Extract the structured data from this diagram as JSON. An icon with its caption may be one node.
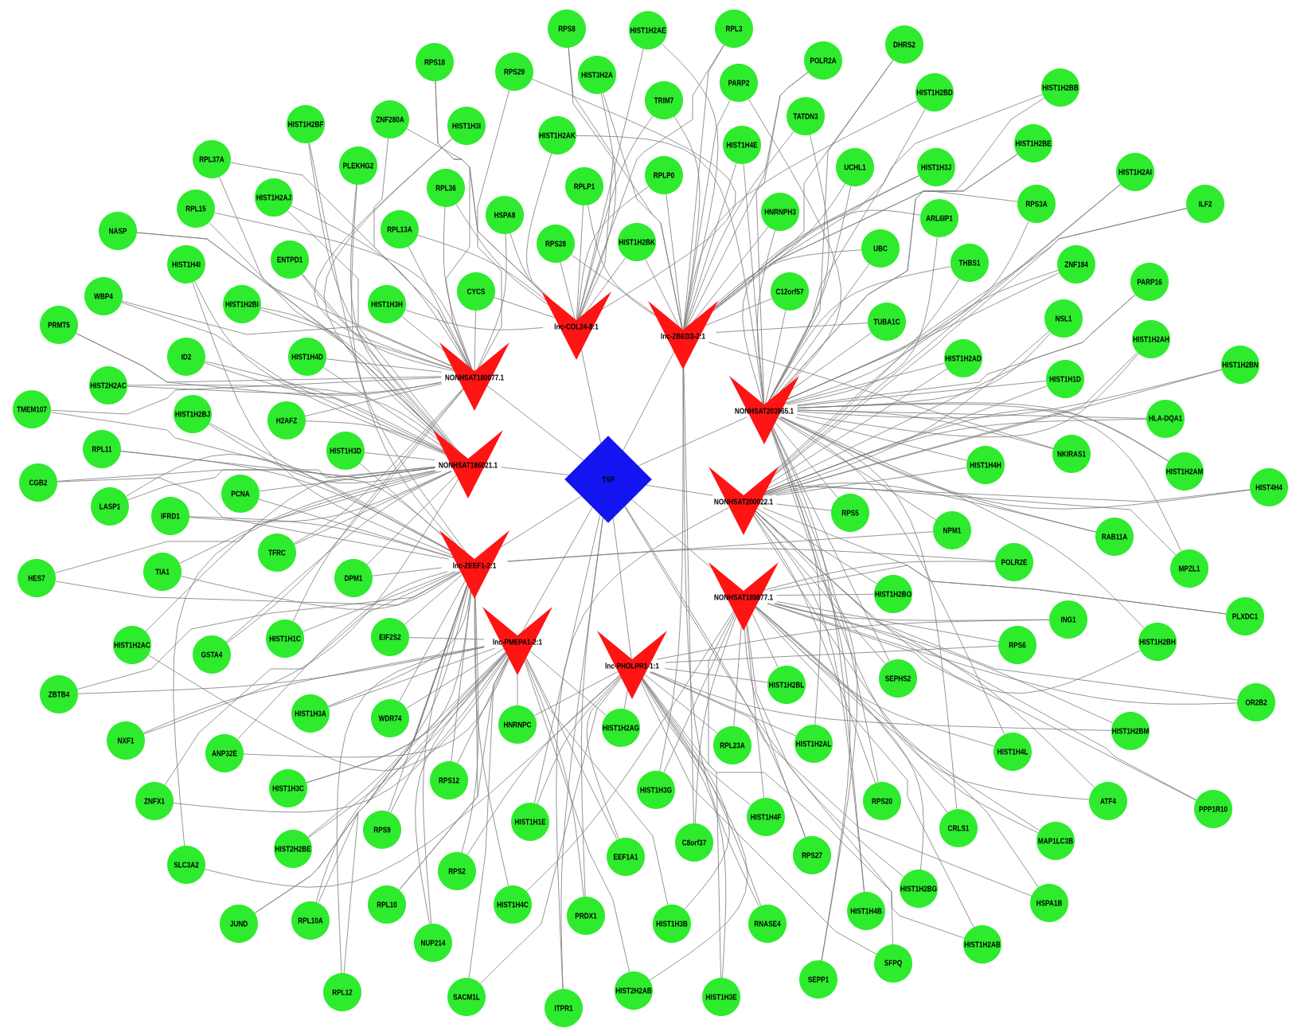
{
  "diagram": {
    "nodes": [
      {
        "text": [
          "lnc-COL24-8:1"
        ]
      },
      {
        "text": [
          "lnc-ZBED3-2:1"
        ]
      },
      {
        "text": [
          "NONHSAT180077.1"
        ]
      },
      {
        "text": [
          "NONHSAT203965.1"
        ]
      },
      {
        "text": [
          "NONHSAT186021.1"
        ]
      },
      {
        "text": [
          "NONHSAT200022.1"
        ]
      },
      {
        "text": [
          "lnc-ZEEF1-2:1"
        ]
      },
      {
        "text": [
          "NONHSAT189877.1"
        ]
      },
      {
        "text": [
          "lnc-PMEPA1-2:1"
        ]
      },
      {
        "text": [
          "lnc-PHOLPR1-1:1"
        ]
      },
      {
        "text": [
          "TSP"
        ]
      },
      {
        "text": [
          "RPS8"
        ]
      },
      {
        "text": [
          "HIST3H2A"
        ]
      },
      {
        "text": [
          "RPS18"
        ]
      },
      {
        "text": [
          "RPS29"
        ]
      },
      {
        "text": [
          "HIST1H2BF"
        ]
      },
      {
        "text": [
          "ZNF280A"
        ]
      },
      {
        "text": [
          "HIST1H3I"
        ]
      },
      {
        "text": [
          "HIST1H2AK"
        ]
      },
      {
        "text": [
          "PLEKHG2"
        ]
      },
      {
        "text": [
          "RPL37A"
        ]
      },
      {
        "text": [
          "HIST1H2AJ"
        ]
      },
      {
        "text": [
          "RPL36"
        ]
      },
      {
        "text": [
          "RPLP1"
        ]
      },
      {
        "text": [
          "RPL15"
        ]
      },
      {
        "text": [
          "RPL13A"
        ]
      },
      {
        "text": [
          "HSPA8"
        ]
      },
      {
        "text": [
          "NASP"
        ]
      },
      {
        "text": [
          "HIST1H4I"
        ]
      },
      {
        "text": [
          "ENTPD1"
        ]
      },
      {
        "text": [
          "RPS28"
        ]
      },
      {
        "text": [
          "HIST1H2BK"
        ]
      },
      {
        "text": [
          "WBP4"
        ]
      },
      {
        "text": [
          "HIST1H2BI"
        ]
      },
      {
        "text": [
          "HIST1H3H"
        ]
      },
      {
        "text": [
          "CYCS"
        ]
      },
      {
        "text": [
          "PRMT5"
        ]
      },
      {
        "text": [
          "ID2"
        ]
      },
      {
        "text": [
          "HIST1H4D"
        ]
      },
      {
        "text": [
          "HIST2H2AC"
        ]
      },
      {
        "text": [
          "TMEM107"
        ]
      },
      {
        "text": [
          "HIST1H2BJ"
        ]
      },
      {
        "text": [
          "H2AFZ"
        ]
      },
      {
        "text": [
          "HIST1H3D"
        ]
      },
      {
        "text": [
          "RPL11"
        ]
      },
      {
        "text": [
          "CGB2"
        ]
      },
      {
        "text": [
          "PCNA"
        ]
      },
      {
        "text": [
          "LASP1"
        ]
      },
      {
        "text": [
          "IFRD1"
        ]
      },
      {
        "text": [
          "HIST1H2AE"
        ]
      },
      {
        "text": [
          "RPL3"
        ]
      },
      {
        "text": [
          "TRIM7"
        ]
      },
      {
        "text": [
          "PARP2"
        ]
      },
      {
        "text": [
          "POLR2A"
        ]
      },
      {
        "text": [
          "DHRS2"
        ]
      },
      {
        "text": [
          "TATDN3"
        ]
      },
      {
        "text": [
          "HIST1H4E"
        ]
      },
      {
        "text": [
          "HIST1H2BD"
        ]
      },
      {
        "text": [
          "HIST1H2BB"
        ]
      },
      {
        "text": [
          "RPLP0"
        ]
      },
      {
        "text": [
          "UCHL1"
        ]
      },
      {
        "text": [
          "HIST1H3J"
        ]
      },
      {
        "text": [
          "HIST1H2BE"
        ]
      },
      {
        "text": [
          "HIST1H2AI"
        ]
      },
      {
        "text": [
          "ILF2"
        ]
      },
      {
        "text": [
          "HNRNPH3"
        ]
      },
      {
        "text": [
          "ARL6IP1"
        ]
      },
      {
        "text": [
          "RPS3A"
        ]
      },
      {
        "text": [
          "UBC"
        ]
      },
      {
        "text": [
          "THBS1"
        ]
      },
      {
        "text": [
          "ZNF184"
        ]
      },
      {
        "text": [
          "PARP16"
        ]
      },
      {
        "text": [
          "C12orf57"
        ]
      },
      {
        "text": [
          "TUBA1C"
        ]
      },
      {
        "text": [
          "NSL1"
        ]
      },
      {
        "text": [
          "HIST1H2AH"
        ]
      },
      {
        "text": [
          "HIST1H2AD"
        ]
      },
      {
        "text": [
          "HIST1H2BN"
        ]
      },
      {
        "text": [
          "HIST1H1D"
        ]
      },
      {
        "text": [
          "HLA-DQA1"
        ]
      },
      {
        "text": [
          "NKIRAS1"
        ]
      },
      {
        "text": [
          "HIST1H4H"
        ]
      },
      {
        "text": [
          "HIST1H2AM"
        ]
      },
      {
        "text": [
          "HIST4H4"
        ]
      },
      {
        "text": [
          "RPS5"
        ]
      },
      {
        "text": [
          "HES7"
        ]
      },
      {
        "text": [
          "TIA1"
        ]
      },
      {
        "text": [
          "TFRC"
        ]
      },
      {
        "text": [
          "DPM1"
        ]
      },
      {
        "text": [
          "HIST1H2AC"
        ]
      },
      {
        "text": [
          "GSTA4"
        ]
      },
      {
        "text": [
          "HIST1H1C"
        ]
      },
      {
        "text": [
          "EIF2S2"
        ]
      },
      {
        "text": [
          "ZBTB4"
        ]
      },
      {
        "text": [
          "NXF1"
        ]
      },
      {
        "text": [
          "HIST1H3A"
        ]
      },
      {
        "text": [
          "WDR74"
        ]
      },
      {
        "text": [
          "HNRNPC"
        ]
      },
      {
        "text": [
          "ANP32E"
        ]
      },
      {
        "text": [
          "ZNFX1"
        ]
      },
      {
        "text": [
          "HIST1H3C"
        ]
      },
      {
        "text": [
          "RPS12"
        ]
      },
      {
        "text": [
          "HIST1H1E"
        ]
      },
      {
        "text": [
          "RPS9"
        ]
      },
      {
        "text": [
          "HIST2H2BE"
        ]
      },
      {
        "text": [
          "SLC3A2"
        ]
      },
      {
        "text": [
          "RPS2"
        ]
      },
      {
        "text": [
          "RPL10"
        ]
      },
      {
        "text": [
          "HIST1H4C"
        ]
      },
      {
        "text": [
          "PRDX1"
        ]
      },
      {
        "text": [
          "JUND"
        ]
      },
      {
        "text": [
          "RPL10A"
        ]
      },
      {
        "text": [
          "NUP214"
        ]
      },
      {
        "text": [
          "RPL12"
        ]
      },
      {
        "text": [
          "SACM1L"
        ]
      },
      {
        "text": [
          "ITPR1"
        ]
      },
      {
        "text": [
          "HIST2H2AB"
        ]
      },
      {
        "text": [
          "HIST1H2AG"
        ]
      },
      {
        "text": [
          "EEF1A1"
        ]
      },
      {
        "text": [
          "HIST1H3G"
        ]
      },
      {
        "text": [
          "NPM1"
        ]
      },
      {
        "text": [
          "RAB11A"
        ]
      },
      {
        "text": [
          "POLR2E"
        ]
      },
      {
        "text": [
          "MPZL1"
        ]
      },
      {
        "text": [
          "HIST1H2BO"
        ]
      },
      {
        "text": [
          "ING1"
        ]
      },
      {
        "text": [
          "PLXDC1"
        ]
      },
      {
        "text": [
          "RPS6"
        ]
      },
      {
        "text": [
          "HIST1H2BH"
        ]
      },
      {
        "text": [
          "OR2B2"
        ]
      },
      {
        "text": [
          "HIST1H2BL"
        ]
      },
      {
        "text": [
          "SEPHS2"
        ]
      },
      {
        "text": [
          "HIST1H2BM"
        ]
      },
      {
        "text": [
          "RPL23A"
        ]
      },
      {
        "text": [
          "HIST1H2AL"
        ]
      },
      {
        "text": [
          "HIST1H4L"
        ]
      },
      {
        "text": [
          "ATF4"
        ]
      },
      {
        "text": [
          "PPP1R10"
        ]
      },
      {
        "text": [
          "RPS20"
        ]
      },
      {
        "text": [
          "HIST1H4F"
        ]
      },
      {
        "text": [
          "C8orf37"
        ]
      },
      {
        "text": [
          "CRLS1"
        ]
      },
      {
        "text": [
          "MAP1LC3B"
        ]
      },
      {
        "text": [
          "RPS27"
        ]
      },
      {
        "text": [
          "HIST1H2BG"
        ]
      },
      {
        "text": [
          "HSPA1B"
        ]
      },
      {
        "text": [
          "HIST1H4B"
        ]
      },
      {
        "text": [
          "HIST1H3B"
        ]
      },
      {
        "text": [
          "RNASE4"
        ]
      },
      {
        "text": [
          "HIST1H2AB"
        ]
      },
      {
        "text": [
          "SFPQ"
        ]
      },
      {
        "text": [
          "SEPP1"
        ]
      },
      {
        "text": [
          "HIST1H3E"
        ]
      }
    ],
    "edges": [
      {
        "from": 10,
        "to": 0,
        "arrow": "none"
      },
      {
        "from": 10,
        "to": 1,
        "arrow": "none"
      },
      {
        "from": 10,
        "to": 2,
        "arrow": "none"
      },
      {
        "from": 10,
        "to": 3,
        "arrow": "none"
      },
      {
        "from": 10,
        "to": 4,
        "arrow": "none"
      },
      {
        "from": 10,
        "to": 5,
        "arrow": "none"
      },
      {
        "from": 10,
        "to": 6,
        "arrow": "none"
      },
      {
        "from": 10,
        "to": 7,
        "arrow": "none"
      },
      {
        "from": 10,
        "to": 8,
        "arrow": "none"
      },
      {
        "from": 10,
        "to": 9,
        "arrow": "none"
      },
      {
        "from": 11,
        "to": 0,
        "arrow": "none"
      },
      {
        "from": 11,
        "to": 1,
        "arrow": "none"
      },
      {
        "from": 12,
        "to": 0,
        "arrow": "none"
      },
      {
        "from": 12,
        "to": 1,
        "arrow": "none"
      },
      {
        "from": 13,
        "to": 0,
        "arrow": "none"
      },
      {
        "from": 13,
        "to": 2,
        "arrow": "none"
      },
      {
        "from": 14,
        "to": 0,
        "arrow": "none"
      },
      {
        "from": 14,
        "to": 2,
        "arrow": "none"
      },
      {
        "from": 15,
        "to": 4,
        "arrow": "none"
      },
      {
        "from": 15,
        "to": 6,
        "arrow": "none"
      },
      {
        "from": 16,
        "to": 2,
        "arrow": "none"
      },
      {
        "from": 16,
        "to": 0,
        "arrow": "none"
      },
      {
        "from": 17,
        "to": 4,
        "arrow": "none"
      },
      {
        "from": 17,
        "to": 2,
        "arrow": "none"
      },
      {
        "from": 18,
        "to": 0,
        "arrow": "none"
      },
      {
        "from": 18,
        "to": 3,
        "arrow": "none"
      },
      {
        "from": 19,
        "to": 4,
        "arrow": "none"
      },
      {
        "from": 19,
        "to": 6,
        "arrow": "none"
      },
      {
        "from": 20,
        "to": 2,
        "arrow": "none"
      },
      {
        "from": 20,
        "to": 4,
        "arrow": "none"
      },
      {
        "from": 21,
        "to": 2,
        "arrow": "none"
      },
      {
        "from": 21,
        "to": 4,
        "arrow": "none"
      },
      {
        "from": 22,
        "to": 0,
        "arrow": "none"
      },
      {
        "from": 22,
        "to": 2,
        "arrow": "none"
      },
      {
        "from": 23,
        "to": 0,
        "arrow": "none"
      },
      {
        "from": 23,
        "to": 1,
        "arrow": "none"
      },
      {
        "from": 24,
        "to": 2,
        "arrow": "none"
      },
      {
        "from": 24,
        "to": 4,
        "arrow": "none"
      },
      {
        "from": 25,
        "to": 2,
        "arrow": "none"
      },
      {
        "from": 25,
        "to": 0,
        "arrow": "none"
      },
      {
        "from": 26,
        "to": 0,
        "arrow": "none"
      },
      {
        "from": 26,
        "to": 2,
        "arrow": "none"
      },
      {
        "from": 27,
        "to": 2,
        "arrow": "none"
      },
      {
        "from": 27,
        "to": 4,
        "arrow": "none"
      },
      {
        "from": 28,
        "to": 4,
        "arrow": "none"
      },
      {
        "from": 28,
        "to": 6,
        "arrow": "none"
      },
      {
        "from": 29,
        "to": 4,
        "arrow": "none"
      },
      {
        "from": 29,
        "to": 2,
        "arrow": "none"
      },
      {
        "from": 30,
        "to": 0,
        "arrow": "none"
      },
      {
        "from": 30,
        "to": 1,
        "arrow": "none"
      },
      {
        "from": 31,
        "to": 0,
        "arrow": "none"
      },
      {
        "from": 31,
        "to": 1,
        "arrow": "none"
      },
      {
        "from": 32,
        "to": 2,
        "arrow": "none"
      },
      {
        "from": 32,
        "to": 4,
        "arrow": "none"
      },
      {
        "from": 33,
        "to": 2,
        "arrow": "none"
      },
      {
        "from": 33,
        "to": 4,
        "arrow": "none"
      },
      {
        "from": 34,
        "to": 2,
        "arrow": "none"
      },
      {
        "from": 34,
        "to": 0,
        "arrow": "none"
      },
      {
        "from": 35,
        "to": 0,
        "arrow": "none"
      },
      {
        "from": 35,
        "to": 2,
        "arrow": "none"
      },
      {
        "from": 36,
        "to": 4,
        "arrow": "none"
      },
      {
        "from": 36,
        "to": 2,
        "arrow": "none"
      },
      {
        "from": 37,
        "to": 4,
        "arrow": "none"
      },
      {
        "from": 37,
        "to": 2,
        "arrow": "none"
      },
      {
        "from": 38,
        "to": 2,
        "arrow": "none"
      },
      {
        "from": 38,
        "to": 4,
        "arrow": "none"
      },
      {
        "from": 39,
        "to": 2,
        "arrow": "none"
      },
      {
        "from": 39,
        "to": 4,
        "arrow": "none"
      },
      {
        "from": 40,
        "to": 4,
        "arrow": "none"
      },
      {
        "from": 40,
        "to": 2,
        "arrow": "none"
      },
      {
        "from": 41,
        "to": 4,
        "arrow": "none"
      },
      {
        "from": 41,
        "to": 6,
        "arrow": "none"
      },
      {
        "from": 42,
        "to": 4,
        "arrow": "none"
      },
      {
        "from": 42,
        "to": 2,
        "arrow": "none"
      },
      {
        "from": 43,
        "to": 4,
        "arrow": "none"
      },
      {
        "from": 43,
        "to": 6,
        "arrow": "none"
      },
      {
        "from": 44,
        "to": 4,
        "arrow": "none"
      },
      {
        "from": 44,
        "to": 6,
        "arrow": "none"
      },
      {
        "from": 45,
        "to": 4,
        "arrow": "none"
      },
      {
        "from": 45,
        "to": 6,
        "arrow": "none"
      },
      {
        "from": 46,
        "to": 4,
        "arrow": "none"
      },
      {
        "from": 46,
        "to": 6,
        "arrow": "none"
      },
      {
        "from": 47,
        "to": 6,
        "arrow": "none"
      },
      {
        "from": 47,
        "to": 4,
        "arrow": "none"
      },
      {
        "from": 48,
        "to": 6,
        "arrow": "none"
      },
      {
        "from": 48,
        "to": 4,
        "arrow": "none"
      },
      {
        "from": 49,
        "to": 1,
        "arrow": "none"
      },
      {
        "from": 49,
        "to": 0,
        "arrow": "none"
      },
      {
        "from": 50,
        "to": 1,
        "arrow": "none"
      },
      {
        "from": 50,
        "to": 0,
        "arrow": "none"
      },
      {
        "from": 51,
        "to": 1,
        "arrow": "none"
      },
      {
        "from": 51,
        "to": 0,
        "arrow": "none"
      },
      {
        "from": 52,
        "to": 1,
        "arrow": "none"
      },
      {
        "from": 52,
        "to": 3,
        "arrow": "none"
      },
      {
        "from": 53,
        "to": 1,
        "arrow": "none"
      },
      {
        "from": 53,
        "to": 3,
        "arrow": "none"
      },
      {
        "from": 54,
        "to": 3,
        "arrow": "none"
      },
      {
        "from": 54,
        "to": 1,
        "arrow": "none"
      },
      {
        "from": 55,
        "to": 1,
        "arrow": "none"
      },
      {
        "from": 55,
        "to": 3,
        "arrow": "none"
      },
      {
        "from": 56,
        "to": 1,
        "arrow": "none"
      },
      {
        "from": 56,
        "to": 3,
        "arrow": "none"
      },
      {
        "from": 57,
        "to": 3,
        "arrow": "none"
      },
      {
        "from": 57,
        "to": 1,
        "arrow": "none"
      },
      {
        "from": 58,
        "to": 3,
        "arrow": "none"
      },
      {
        "from": 58,
        "to": 1,
        "arrow": "none"
      },
      {
        "from": 59,
        "to": 1,
        "arrow": "none"
      },
      {
        "from": 59,
        "to": 0,
        "arrow": "none"
      },
      {
        "from": 60,
        "to": 1,
        "arrow": "none"
      },
      {
        "from": 60,
        "to": 3,
        "arrow": "none"
      },
      {
        "from": 61,
        "to": 3,
        "arrow": "none"
      },
      {
        "from": 61,
        "to": 1,
        "arrow": "none"
      },
      {
        "from": 62,
        "to": 3,
        "arrow": "none"
      },
      {
        "from": 62,
        "to": 1,
        "arrow": "none"
      },
      {
        "from": 63,
        "to": 3,
        "arrow": "none"
      },
      {
        "from": 63,
        "to": 5,
        "arrow": "none"
      },
      {
        "from": 64,
        "to": 3,
        "arrow": "none"
      },
      {
        "from": 64,
        "to": 5,
        "arrow": "none"
      },
      {
        "from": 65,
        "to": 1,
        "arrow": "none"
      },
      {
        "from": 65,
        "to": 3,
        "arrow": "none"
      },
      {
        "from": 66,
        "to": 3,
        "arrow": "none"
      },
      {
        "from": 66,
        "to": 1,
        "arrow": "none"
      },
      {
        "from": 67,
        "to": 3,
        "arrow": "none"
      },
      {
        "from": 67,
        "to": 1,
        "arrow": "none"
      },
      {
        "from": 68,
        "to": 3,
        "arrow": "none"
      },
      {
        "from": 68,
        "to": 1,
        "arrow": "none"
      },
      {
        "from": 69,
        "to": 3,
        "arrow": "none"
      },
      {
        "from": 69,
        "to": 5,
        "arrow": "none"
      },
      {
        "from": 70,
        "to": 3,
        "arrow": "none"
      },
      {
        "from": 70,
        "to": 5,
        "arrow": "none"
      },
      {
        "from": 71,
        "to": 3,
        "arrow": "none"
      },
      {
        "from": 71,
        "to": 5,
        "arrow": "none"
      },
      {
        "from": 72,
        "to": 1,
        "arrow": "none"
      },
      {
        "from": 72,
        "to": 3,
        "arrow": "none"
      },
      {
        "from": 73,
        "to": 3,
        "arrow": "none"
      },
      {
        "from": 73,
        "to": 1,
        "arrow": "none"
      },
      {
        "from": 74,
        "to": 3,
        "arrow": "none"
      },
      {
        "from": 74,
        "to": 5,
        "arrow": "none"
      },
      {
        "from": 75,
        "to": 3,
        "arrow": "none"
      },
      {
        "from": 75,
        "to": 5,
        "arrow": "none"
      },
      {
        "from": 76,
        "to": 3,
        "arrow": "none"
      },
      {
        "from": 76,
        "to": 5,
        "arrow": "none"
      },
      {
        "from": 77,
        "to": 3,
        "arrow": "none"
      },
      {
        "from": 77,
        "to": 5,
        "arrow": "none"
      },
      {
        "from": 78,
        "to": 3,
        "arrow": "none"
      },
      {
        "from": 78,
        "to": 5,
        "arrow": "none"
      },
      {
        "from": 79,
        "to": 5,
        "arrow": "none"
      },
      {
        "from": 79,
        "to": 3,
        "arrow": "none"
      },
      {
        "from": 80,
        "to": 1,
        "arrow": "none"
      },
      {
        "from": 80,
        "to": 3,
        "arrow": "none"
      },
      {
        "from": 81,
        "to": 3,
        "arrow": "none"
      },
      {
        "from": 81,
        "to": 5,
        "arrow": "none"
      },
      {
        "from": 82,
        "to": 3,
        "arrow": "none"
      },
      {
        "from": 82,
        "to": 5,
        "arrow": "none"
      },
      {
        "from": 83,
        "to": 3,
        "arrow": "none"
      },
      {
        "from": 83,
        "to": 5,
        "arrow": "none"
      },
      {
        "from": 84,
        "to": 3,
        "arrow": "none"
      },
      {
        "from": 84,
        "to": 5,
        "arrow": "none"
      },
      {
        "from": 85,
        "to": 6,
        "arrow": "none"
      },
      {
        "from": 85,
        "to": 4,
        "arrow": "none"
      },
      {
        "from": 86,
        "to": 4,
        "arrow": "none"
      },
      {
        "from": 86,
        "to": 6,
        "arrow": "none"
      },
      {
        "from": 87,
        "to": 4,
        "arrow": "none"
      },
      {
        "from": 87,
        "to": 2,
        "arrow": "none"
      },
      {
        "from": 88,
        "to": 4,
        "arrow": "none"
      },
      {
        "from": 88,
        "to": 6,
        "arrow": "none"
      },
      {
        "from": 89,
        "to": 6,
        "arrow": "none"
      },
      {
        "from": 89,
        "to": 8,
        "arrow": "none"
      },
      {
        "from": 90,
        "to": 2,
        "arrow": "none"
      },
      {
        "from": 90,
        "to": 4,
        "arrow": "none"
      },
      {
        "from": 91,
        "to": 6,
        "arrow": "none"
      },
      {
        "from": 91,
        "to": 2,
        "arrow": "none"
      },
      {
        "from": 92,
        "to": 6,
        "arrow": "none"
      },
      {
        "from": 92,
        "to": 8,
        "arrow": "none"
      },
      {
        "from": 93,
        "to": 8,
        "arrow": "none"
      },
      {
        "from": 93,
        "to": 6,
        "arrow": "none"
      },
      {
        "from": 94,
        "to": 8,
        "arrow": "none"
      },
      {
        "from": 94,
        "to": 4,
        "arrow": "none"
      },
      {
        "from": 95,
        "to": 8,
        "arrow": "none"
      },
      {
        "from": 95,
        "to": 6,
        "arrow": "none"
      },
      {
        "from": 96,
        "to": 6,
        "arrow": "none"
      },
      {
        "from": 96,
        "to": 8,
        "arrow": "none"
      },
      {
        "from": 97,
        "to": 8,
        "arrow": "none"
      },
      {
        "from": 97,
        "to": 9,
        "arrow": "none"
      },
      {
        "from": 98,
        "to": 6,
        "arrow": "none"
      },
      {
        "from": 98,
        "to": 8,
        "arrow": "none"
      },
      {
        "from": 99,
        "to": 8,
        "arrow": "none"
      },
      {
        "from": 99,
        "to": 6,
        "arrow": "none"
      },
      {
        "from": 100,
        "to": 8,
        "arrow": "none"
      },
      {
        "from": 100,
        "to": 6,
        "arrow": "none"
      },
      {
        "from": 101,
        "to": 6,
        "arrow": "none"
      },
      {
        "from": 101,
        "to": 8,
        "arrow": "none"
      },
      {
        "from": 102,
        "to": 10,
        "arrow": "none"
      },
      {
        "from": 102,
        "to": 9,
        "arrow": "none"
      },
      {
        "from": 103,
        "to": 6,
        "arrow": "none"
      },
      {
        "from": 103,
        "to": 8,
        "arrow": "none"
      },
      {
        "from": 104,
        "to": 8,
        "arrow": "none"
      },
      {
        "from": 104,
        "to": 6,
        "arrow": "none"
      },
      {
        "from": 105,
        "to": 9,
        "arrow": "none"
      },
      {
        "from": 105,
        "to": 4,
        "arrow": "none"
      },
      {
        "from": 106,
        "to": 6,
        "arrow": "none"
      },
      {
        "from": 106,
        "to": 9,
        "arrow": "none"
      },
      {
        "from": 107,
        "to": 8,
        "arrow": "none"
      },
      {
        "from": 107,
        "to": 6,
        "arrow": "none"
      },
      {
        "from": 108,
        "to": 6,
        "arrow": "none"
      },
      {
        "from": 108,
        "to": 7,
        "arrow": "none"
      },
      {
        "from": 109,
        "to": 8,
        "arrow": "none"
      },
      {
        "from": 109,
        "to": 10,
        "arrow": "none"
      },
      {
        "from": 110,
        "to": 8,
        "arrow": "none"
      },
      {
        "from": 110,
        "to": 6,
        "arrow": "none"
      },
      {
        "from": 111,
        "to": 8,
        "arrow": "none"
      },
      {
        "from": 111,
        "to": 6,
        "arrow": "none"
      },
      {
        "from": 112,
        "to": 6,
        "arrow": "none"
      },
      {
        "from": 112,
        "to": 8,
        "arrow": "none"
      },
      {
        "from": 113,
        "to": 8,
        "arrow": "none"
      },
      {
        "from": 113,
        "to": 6,
        "arrow": "none"
      },
      {
        "from": 114,
        "to": 8,
        "arrow": "none"
      },
      {
        "from": 114,
        "to": 9,
        "arrow": "none"
      },
      {
        "from": 115,
        "to": 10,
        "arrow": "none"
      },
      {
        "from": 115,
        "to": 5,
        "arrow": "none"
      },
      {
        "from": 116,
        "to": 9,
        "arrow": "none"
      },
      {
        "from": 116,
        "to": 8,
        "arrow": "none"
      },
      {
        "from": 117,
        "to": 8,
        "arrow": "none"
      },
      {
        "from": 117,
        "to": 9,
        "arrow": "none"
      },
      {
        "from": 118,
        "to": 8,
        "arrow": "none"
      },
      {
        "from": 118,
        "to": 9,
        "arrow": "none"
      },
      {
        "from": 119,
        "to": 7,
        "arrow": "none"
      },
      {
        "from": 119,
        "to": 1,
        "arrow": "none"
      },
      {
        "from": 120,
        "to": 3,
        "arrow": "none"
      },
      {
        "from": 120,
        "to": 6,
        "arrow": "none"
      },
      {
        "from": 121,
        "to": 3,
        "arrow": "none"
      },
      {
        "from": 121,
        "to": 5,
        "arrow": "none"
      },
      {
        "from": 122,
        "to": 6,
        "arrow": "none"
      },
      {
        "from": 122,
        "to": 7,
        "arrow": "none"
      },
      {
        "from": 123,
        "to": 3,
        "arrow": "none"
      },
      {
        "from": 123,
        "to": 5,
        "arrow": "none"
      },
      {
        "from": 124,
        "to": 5,
        "arrow": "none"
      },
      {
        "from": 124,
        "to": 7,
        "arrow": "none"
      },
      {
        "from": 125,
        "to": 7,
        "arrow": "none"
      },
      {
        "from": 125,
        "to": 9,
        "arrow": "none"
      },
      {
        "from": 126,
        "to": 7,
        "arrow": "none"
      },
      {
        "from": 126,
        "to": 5,
        "arrow": "none"
      },
      {
        "from": 127,
        "to": 7,
        "arrow": "none"
      },
      {
        "from": 127,
        "to": 9,
        "arrow": "none"
      },
      {
        "from": 128,
        "to": 3,
        "arrow": "none"
      },
      {
        "from": 128,
        "to": 5,
        "arrow": "none"
      },
      {
        "from": 129,
        "to": 7,
        "arrow": "none"
      },
      {
        "from": 129,
        "to": 5,
        "arrow": "none"
      },
      {
        "from": 130,
        "to": 7,
        "arrow": "none"
      },
      {
        "from": 130,
        "to": 9,
        "arrow": "none"
      },
      {
        "from": 131,
        "to": 3,
        "arrow": "none"
      },
      {
        "from": 131,
        "to": 5,
        "arrow": "none"
      },
      {
        "from": 132,
        "to": 7,
        "arrow": "none"
      },
      {
        "from": 132,
        "to": 9,
        "arrow": "none"
      },
      {
        "from": 133,
        "to": 7,
        "arrow": "none"
      },
      {
        "from": 133,
        "to": 9,
        "arrow": "none"
      },
      {
        "from": 134,
        "to": 9,
        "arrow": "none"
      },
      {
        "from": 134,
        "to": 3,
        "arrow": "none"
      },
      {
        "from": 135,
        "to": 7,
        "arrow": "none"
      },
      {
        "from": 135,
        "to": 3,
        "arrow": "none"
      },
      {
        "from": 136,
        "to": 7,
        "arrow": "none"
      },
      {
        "from": 136,
        "to": 3,
        "arrow": "none"
      },
      {
        "from": 137,
        "to": 7,
        "arrow": "none"
      },
      {
        "from": 137,
        "to": 5,
        "arrow": "none"
      },
      {
        "from": 138,
        "to": 3,
        "arrow": "none"
      },
      {
        "from": 138,
        "to": 5,
        "arrow": "none"
      },
      {
        "from": 139,
        "to": 7,
        "arrow": "none"
      },
      {
        "from": 139,
        "to": 9,
        "arrow": "none"
      },
      {
        "from": 140,
        "to": 1,
        "arrow": "none"
      },
      {
        "from": 140,
        "to": 7,
        "arrow": "none"
      },
      {
        "from": 141,
        "to": 7,
        "arrow": "none"
      },
      {
        "from": 141,
        "to": 3,
        "arrow": "none"
      },
      {
        "from": 142,
        "to": 7,
        "arrow": "none"
      },
      {
        "from": 142,
        "to": 5,
        "arrow": "none"
      },
      {
        "from": 143,
        "to": 7,
        "arrow": "none"
      },
      {
        "from": 143,
        "to": 10,
        "arrow": "none"
      },
      {
        "from": 144,
        "to": 10,
        "arrow": "none"
      },
      {
        "from": 144,
        "to": 7,
        "arrow": "none"
      },
      {
        "from": 145,
        "to": 7,
        "arrow": "none"
      },
      {
        "from": 145,
        "to": 9,
        "arrow": "none"
      },
      {
        "from": 146,
        "to": 3,
        "arrow": "none"
      },
      {
        "from": 146,
        "to": 5,
        "arrow": "none"
      },
      {
        "from": 147,
        "to": 9,
        "arrow": "none"
      },
      {
        "from": 147,
        "to": 8,
        "arrow": "none"
      },
      {
        "from": 148,
        "to": 9,
        "arrow": "none"
      },
      {
        "from": 148,
        "to": 1,
        "arrow": "none"
      },
      {
        "from": 149,
        "to": 7,
        "arrow": "none"
      },
      {
        "from": 149,
        "to": 9,
        "arrow": "none"
      },
      {
        "from": 150,
        "to": 9,
        "arrow": "none"
      },
      {
        "from": 150,
        "to": 7,
        "arrow": "none"
      },
      {
        "from": 151,
        "to": 3,
        "arrow": "none"
      },
      {
        "from": 151,
        "to": 5,
        "arrow": "none"
      },
      {
        "from": 152,
        "to": 9,
        "arrow": "none"
      },
      {
        "from": 152,
        "to": 7,
        "arrow": "none"
      }
    ]
  }
}
